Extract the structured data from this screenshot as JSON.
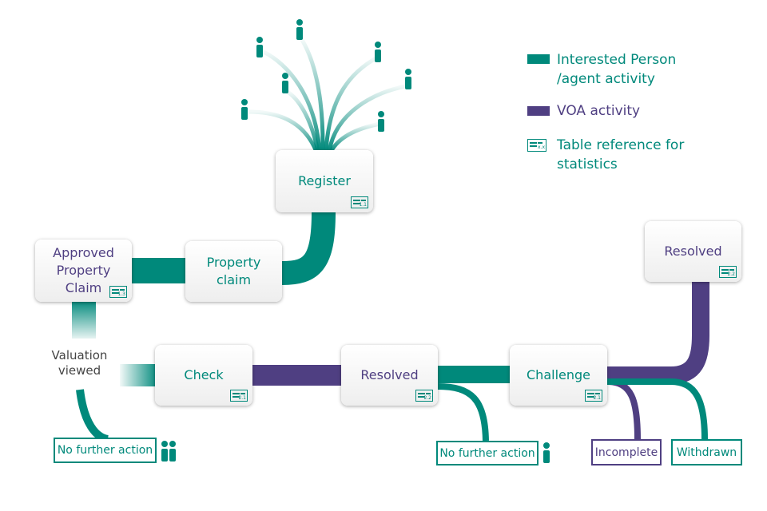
{
  "colors": {
    "interested": "#00897b",
    "voa": "#4f3f82"
  },
  "legend": {
    "interested_line1": "Interested Person",
    "interested_line2": "/agent activity",
    "voa": "VOA activity",
    "table_ref_line1": "Table reference for",
    "table_ref_line2": "statistics",
    "table_ref_icon": "x.x"
  },
  "nodes": {
    "register": {
      "label": "Register",
      "ref": "1.1"
    },
    "approved": {
      "line1": "Approved",
      "line2": "Property",
      "line3": "Claim",
      "ref": "1.3"
    },
    "property_claim": {
      "line1": "Property",
      "line2": "claim"
    },
    "check": {
      "label": "Check",
      "ref": "2.1"
    },
    "resolved_mid": {
      "label": "Resolved",
      "ref": "2.2"
    },
    "challenge": {
      "label": "Challenge",
      "ref": "2.1"
    },
    "resolved_top": {
      "label": "Resolved",
      "ref": "2.2"
    }
  },
  "valuation": {
    "line1": "Valuation",
    "line2": "viewed"
  },
  "outcomes": {
    "nfa1": "No further action",
    "nfa2": "No further action",
    "incomplete": "Incomplete",
    "withdrawn": "Withdrawn"
  }
}
